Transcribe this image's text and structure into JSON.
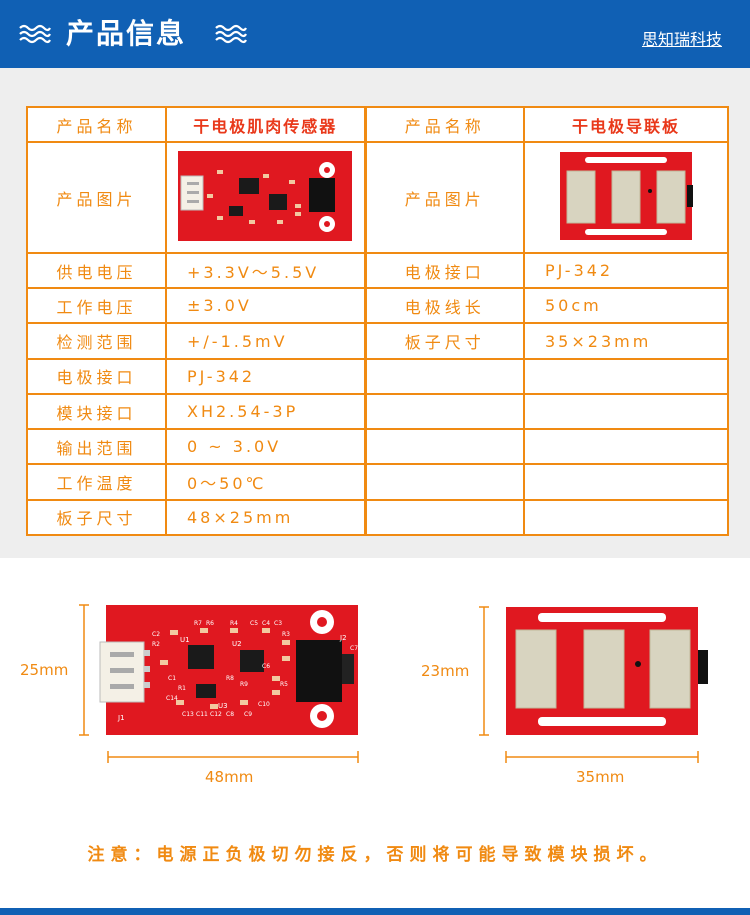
{
  "header": {
    "title": "产品信息",
    "brand": "思知瑞科技"
  },
  "table": {
    "label_name": "产品名称",
    "label_image": "产品图片",
    "product_a": {
      "name": "干电极肌肉传感器",
      "rows": [
        {
          "label": "供电电压",
          "value": "+3.3V～5.5V"
        },
        {
          "label": "工作电压",
          "value": "±3.0V"
        },
        {
          "label": "检测范围",
          "value": "+/-1.5mV"
        },
        {
          "label": "电极接口",
          "value": "PJ-342"
        },
        {
          "label": "模块接口",
          "value": "XH2.54-3P"
        },
        {
          "label": "输出范围",
          "value": "0 ~ 3.0V"
        },
        {
          "label": "工作温度",
          "value": "0～50℃"
        },
        {
          "label": "板子尺寸",
          "value": "48×25mm"
        }
      ]
    },
    "product_b": {
      "name": "干电极导联板",
      "rows": [
        {
          "label": "电极接口",
          "value": "PJ-342"
        },
        {
          "label": "电极线长",
          "value": "50cm"
        },
        {
          "label": "板子尺寸",
          "value": "35×23mm"
        }
      ]
    }
  },
  "dimensions": {
    "board_a_height": "25mm",
    "board_a_width": "48mm",
    "board_b_height": "23mm",
    "board_b_width": "35mm"
  },
  "board_a_silkscreen": {
    "connector": "J1",
    "ic_1": "U1",
    "ic_2": "U2",
    "ic_3": "U3",
    "jack": "J2",
    "parts": [
      "R7",
      "R6",
      "R4",
      "C5",
      "C4",
      "C3",
      "R3",
      "C2",
      "R2",
      "C1",
      "R1",
      "C6",
      "R5",
      "C8",
      "C9",
      "C10",
      "C11",
      "C13",
      "C14",
      "C12",
      "R8",
      "R9",
      "C7"
    ]
  },
  "note": "注意：电源正负极切勿接反，否则将可能导致模块损坏。",
  "colors": {
    "header_blue": "#1060b4",
    "accent_orange": "#f08a12",
    "heading_red": "#e9381a",
    "pcb_red": "#e01820",
    "band_grey": "#eeeeee"
  }
}
